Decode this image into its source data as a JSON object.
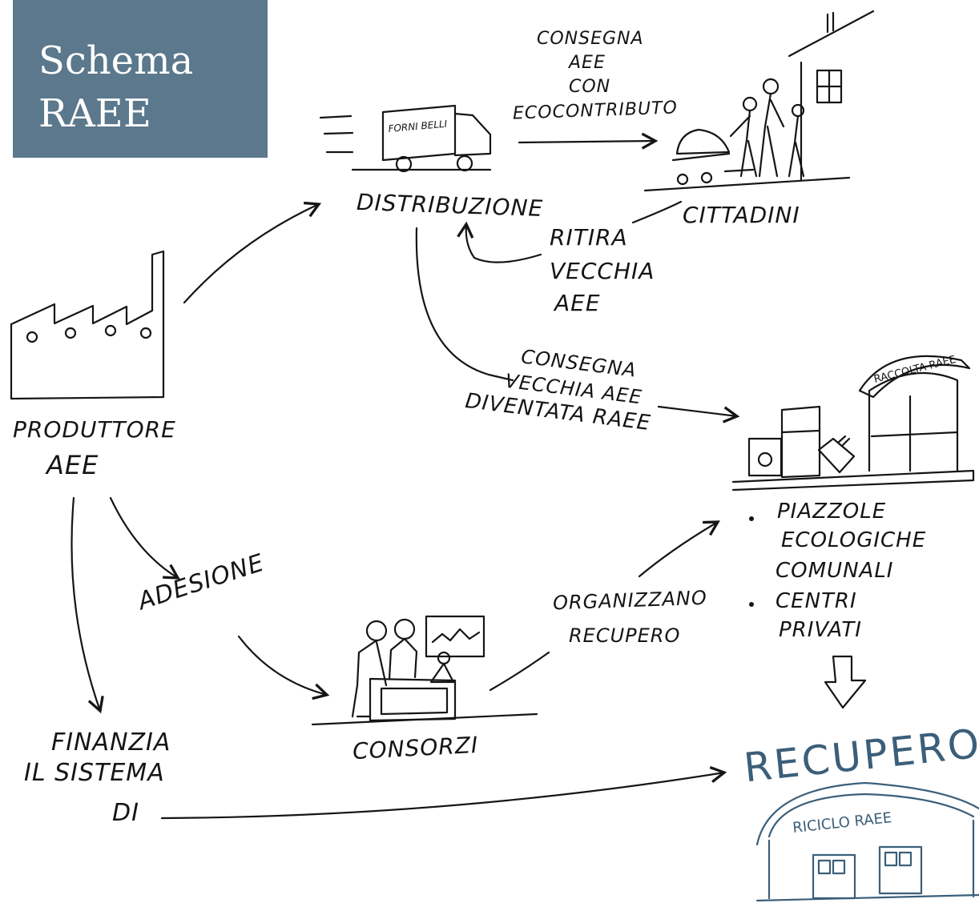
{
  "title": {
    "line1": "Schema",
    "line2": "RAEE"
  },
  "labels": {
    "distribuzione": "DISTRIBUZIONE",
    "cittadini": "CITTADINI",
    "produttore_1": "PRODUTTORE",
    "produttore_2": "AEE",
    "consegna_aee_1": "CONSEGNA",
    "consegna_aee_2": "AEE",
    "consegna_aee_3": "CON",
    "consegna_aee_4": "ECOCONTRIBUTO",
    "ritira_1": "RITIRA",
    "ritira_2": "VECCHIA",
    "ritira_3": "AEE",
    "consegna_vecchia_1": "CONSEGNA",
    "consegna_vecchia_2": "VECCHIA AEE",
    "consegna_vecchia_3": "DIVENTATA RAEE",
    "adesione": "ADESIONE",
    "consorzi": "CONSORZI",
    "organizzano_1": "ORGANIZZANO",
    "organizzano_2": "RECUPERO",
    "piazzole_1": "PIAZZOLE",
    "piazzole_2": "ECOLOGICHE",
    "piazzole_3": "COMUNALI",
    "centri_1": "CENTRI",
    "centri_2": "PRIVATI",
    "finanzia_1": "FINANZIA",
    "finanzia_2": "IL SISTEMA",
    "finanzia_3": "DI",
    "recupero": "RECUPERO"
  },
  "signs": {
    "truck": "FORNI BELLI",
    "raccolta": "RACCOLTA RAEE",
    "riciclo": "RICICLO RAEE"
  },
  "colors": {
    "title_bg": "#5b788c",
    "ink": "#151515",
    "recupero_ink": "#3b5f7a"
  }
}
